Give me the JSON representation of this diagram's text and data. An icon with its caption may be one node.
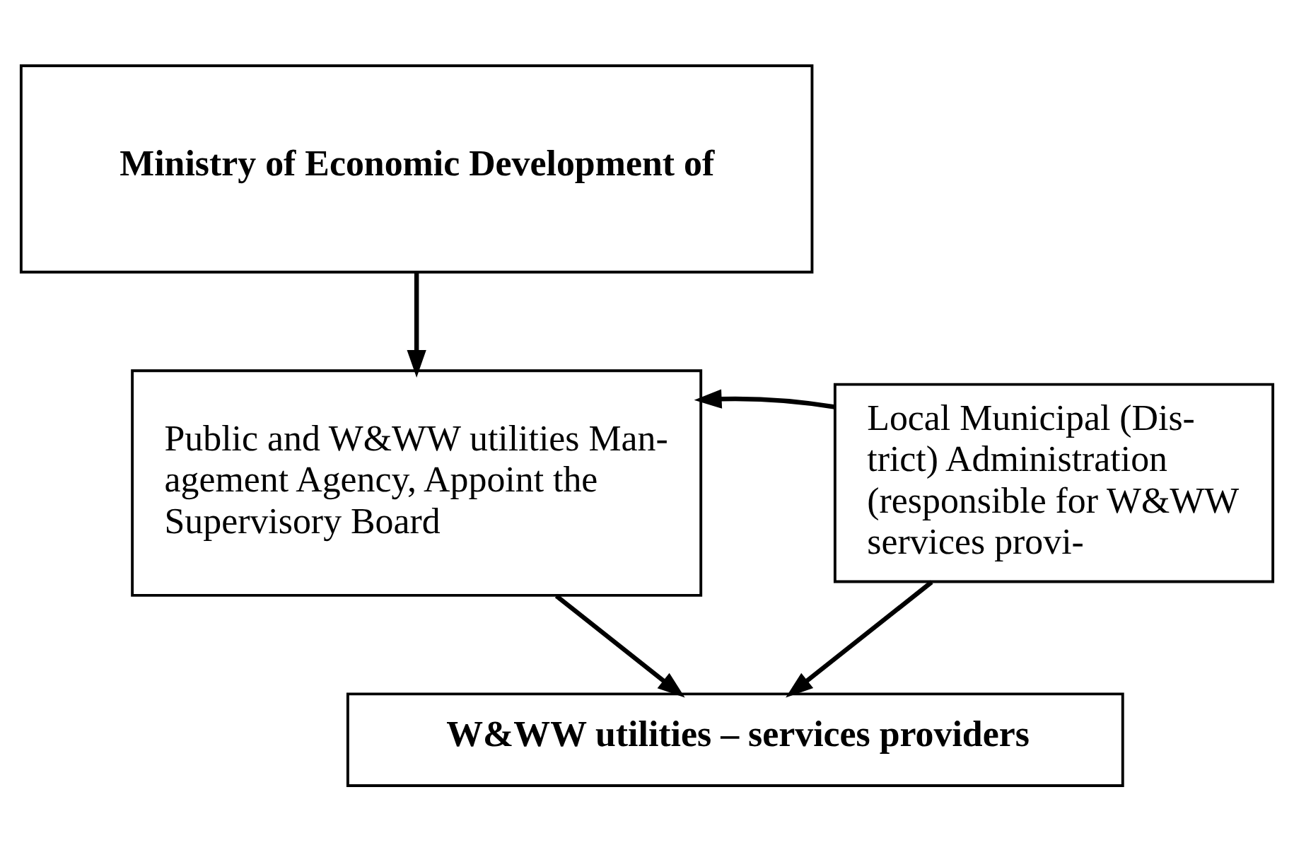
{
  "diagram": {
    "nodes": [
      {
        "text": [
          "Ministry of Economic Development of"
        ]
      },
      {
        "text": [
          "Public and W&WW utilities Man- agement Agency, Appoint the Supervisory Board"
        ]
      },
      {
        "text": [
          "Local Municipal (Dis- trict) Administration (responsible for W&WW services provi-"
        ]
      },
      {
        "text": [
          "W&WW utilities – services providers"
        ]
      }
    ],
    "edges": [
      {
        "from": 0,
        "to": 1,
        "arrow": "to"
      },
      {
        "from": 2,
        "to": 1,
        "arrow": "to"
      },
      {
        "from": 1,
        "to": 3,
        "arrow": "to"
      },
      {
        "from": 2,
        "to": 3,
        "arrow": "to"
      }
    ]
  }
}
